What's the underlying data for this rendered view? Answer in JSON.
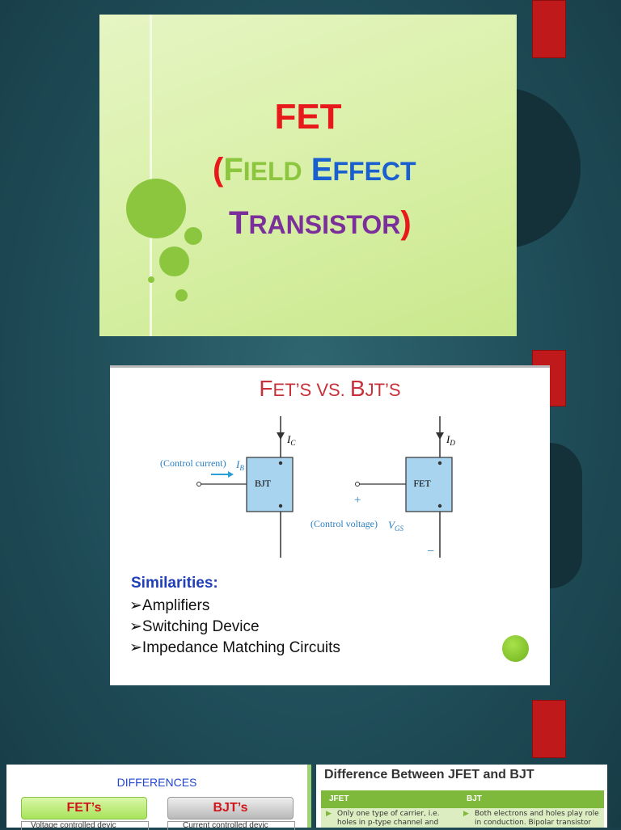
{
  "slide1": {
    "title": "FET",
    "open_paren": "(",
    "field_F": "F",
    "field_rest": "IELD",
    "effect_E": "E",
    "effect_rest": "FFECT",
    "transistor_T": "T",
    "transistor_rest": "RANSISTOR",
    "close_paren": ")"
  },
  "slide2": {
    "title_F": "F",
    "title_et": "ET",
    "title_s1": "’S VS. ",
    "title_B": "B",
    "title_jt": "JT",
    "title_s2": "’S",
    "ic_label": "I",
    "ic_sub": "C",
    "id_label": "I",
    "id_sub": "D",
    "control_current": "(Control current)",
    "ib_label": "I",
    "ib_sub": "B",
    "bjt_box": "BJT",
    "fet_box": "FET",
    "plus": "+",
    "minus": "−",
    "control_voltage": "(Control voltage)",
    "vgs_label": "V",
    "vgs_sub": "GS",
    "similarities_heading": "Similarities:",
    "similarities": [
      "Amplifiers",
      "Switching Device",
      "Impedance Matching Circuits"
    ]
  },
  "slide3": {
    "differences_heading": "DIFFERENCES",
    "fet_label": "FET’s",
    "bjt_label": "BJT’s",
    "fet_cut_text": "Voltage controlled devic",
    "bjt_cut_text": "Current controlled devic",
    "jfet_bjt_heading": "Difference Between JFET and BJT",
    "col_jfet": "JFET",
    "col_bjt": "BJT",
    "jfet_row1_line1": "Only one type of carrier, i.e.",
    "jfet_row1_line2": "holes in p-type channel and",
    "bjt_row1_line1": "Both electrons and holes play role",
    "bjt_row1_line2": "in conduction. Bipolar transistor"
  },
  "colors": {
    "red": "#e8191a",
    "green": "#8cc63f",
    "blue": "#1a5fd0",
    "purple": "#7a2f9a",
    "slide2_title": "#c8313b",
    "similarities_heading": "#1f3fb8"
  }
}
